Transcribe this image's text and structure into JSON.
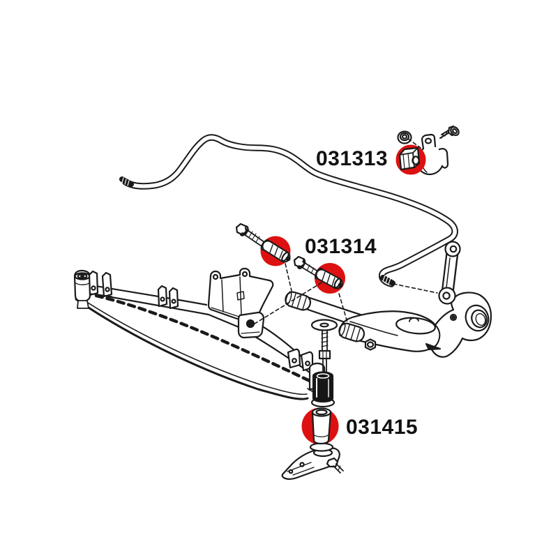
{
  "page": {
    "background_color": "#ffffff",
    "kind": "exploded-parts-diagram",
    "subject": "rear-axle-subframe-and-stabilizer-bar"
  },
  "diagram": {
    "highlight_color": "#dd1111",
    "line_color": "#1a1a1a",
    "parts": [
      {
        "number": "031313",
        "name": "stabilizer-bar-bushing"
      },
      {
        "number": "031314",
        "name": "trailing-arm-front-bushings"
      },
      {
        "number": "031415",
        "name": "subframe-rear-bushing"
      }
    ]
  }
}
